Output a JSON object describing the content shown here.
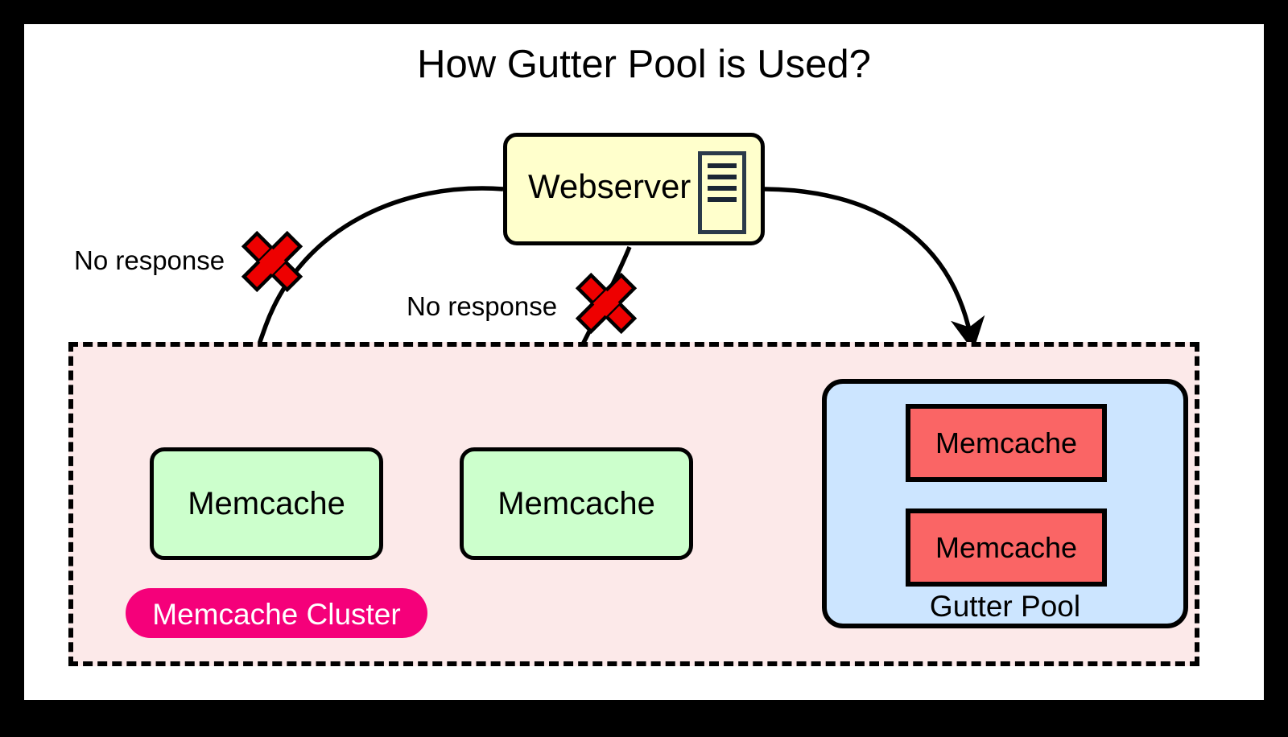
{
  "diagram": {
    "title": "How Gutter Pool is Used?",
    "webserver": {
      "label": "Webserver",
      "icon": "server-rack-icon"
    },
    "cluster": {
      "badge_label": "Memcache Cluster",
      "nodes": [
        {
          "label": "Memcache"
        },
        {
          "label": "Memcache"
        }
      ]
    },
    "gutter_pool": {
      "label": "Gutter Pool",
      "nodes": [
        {
          "label": "Memcache"
        },
        {
          "label": "Memcache"
        }
      ]
    },
    "annotations": [
      {
        "label": "No response"
      },
      {
        "label": "No response"
      }
    ],
    "colors": {
      "webserver_fill": "#ffffcc",
      "memcache_fill": "#ccffcc",
      "gutter_fill": "#cce5ff",
      "gutter_node_fill": "#fa6565",
      "cluster_fill": "#fce9e9",
      "badge_fill": "#f5007a",
      "x_mark": "#ee0000",
      "stroke": "#000000",
      "frame": "#000000",
      "canvas": "#ffffff"
    }
  }
}
